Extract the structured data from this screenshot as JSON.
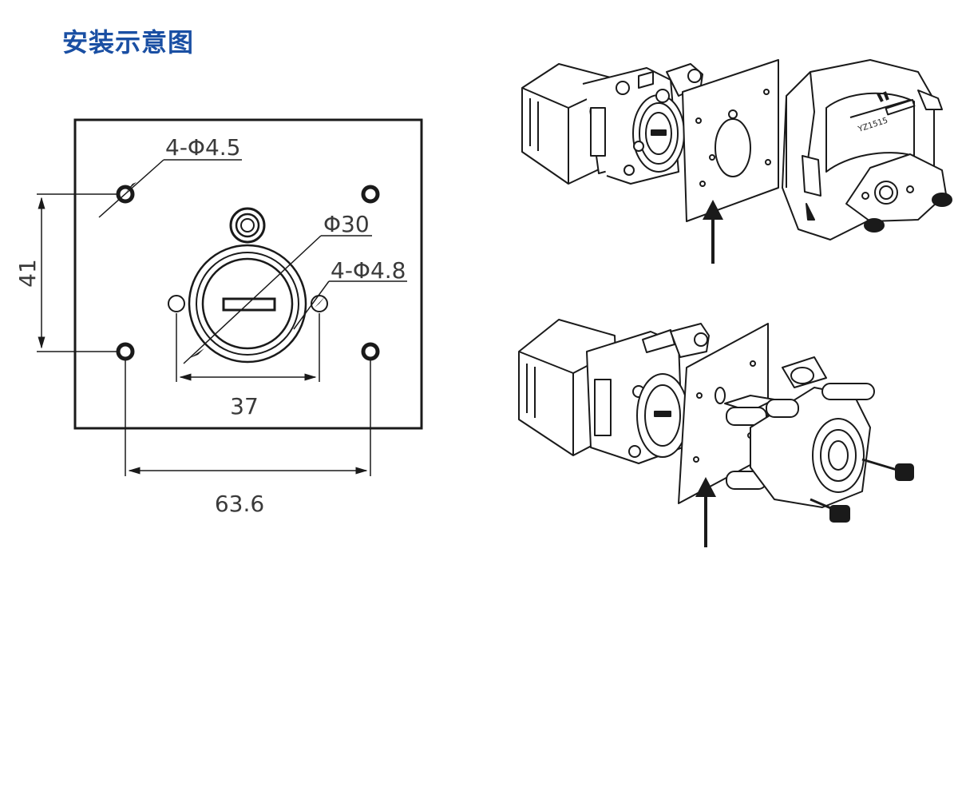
{
  "title": "安装示意图",
  "drawing": {
    "hole_4_5_label": "4-Φ4.5",
    "hole_4_8_label": "4-Φ4.8",
    "bore_label": "Φ30",
    "dim_41": "41",
    "dim_37": "37",
    "dim_63_6": "63.6"
  },
  "pump_upper": {
    "brand_text": "YZ1515"
  }
}
